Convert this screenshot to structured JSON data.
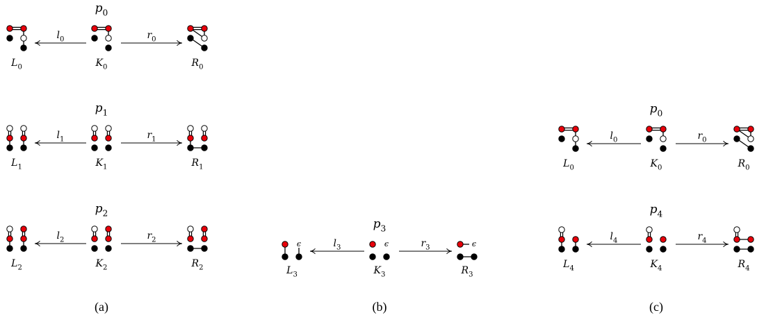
{
  "colors": {
    "red": "#e8000b",
    "black": "#000000",
    "white": "#ffffff"
  },
  "panels": [
    {
      "caption": "(a)",
      "rules": [
        {
          "name": {
            "base": "p",
            "sub": "0"
          },
          "l": {
            "base": "l",
            "sub": "0"
          },
          "r": {
            "base": "r",
            "sub": "0"
          },
          "graphs": [
            {
              "base": "L",
              "sub": "0",
              "graph": "g0L"
            },
            {
              "base": "K",
              "sub": "0",
              "graph": "g0K"
            },
            {
              "base": "R",
              "sub": "0",
              "graph": "g0R"
            }
          ]
        },
        {
          "name": {
            "base": "p",
            "sub": "1"
          },
          "l": {
            "base": "l",
            "sub": "1"
          },
          "r": {
            "base": "r",
            "sub": "1"
          },
          "graphs": [
            {
              "base": "L",
              "sub": "1",
              "graph": "g1L"
            },
            {
              "base": "K",
              "sub": "1",
              "graph": "g1K"
            },
            {
              "base": "R",
              "sub": "1",
              "graph": "g1R"
            }
          ]
        },
        {
          "name": {
            "base": "p",
            "sub": "2"
          },
          "l": {
            "base": "l",
            "sub": "2"
          },
          "r": {
            "base": "r",
            "sub": "2"
          },
          "graphs": [
            {
              "base": "L",
              "sub": "2",
              "graph": "g2L"
            },
            {
              "base": "K",
              "sub": "2",
              "graph": "g2K"
            },
            {
              "base": "R",
              "sub": "2",
              "graph": "g2R"
            }
          ]
        }
      ]
    },
    {
      "caption": "(b)",
      "rules": [
        {
          "name": {
            "base": "p",
            "sub": "3"
          },
          "l": {
            "base": "l",
            "sub": "3"
          },
          "r": {
            "base": "r",
            "sub": "3"
          },
          "graphs": [
            {
              "base": "L",
              "sub": "3",
              "graph": "g3L"
            },
            {
              "base": "K",
              "sub": "3",
              "graph": "g3K"
            },
            {
              "base": "R",
              "sub": "3",
              "graph": "g3R"
            }
          ]
        }
      ]
    },
    {
      "caption": "(c)",
      "rules": [
        {
          "name": {
            "base": "p",
            "sub": "0"
          },
          "l": {
            "base": "l",
            "sub": "0"
          },
          "r": {
            "base": "r",
            "sub": "0"
          },
          "graphs": [
            {
              "base": "L",
              "sub": "0",
              "graph": "g0L"
            },
            {
              "base": "K",
              "sub": "0",
              "graph": "g0K"
            },
            {
              "base": "R",
              "sub": "0",
              "graph": "g0R"
            }
          ]
        },
        {
          "name": {
            "base": "p",
            "sub": "4"
          },
          "l": {
            "base": "l",
            "sub": "4"
          },
          "r": {
            "base": "r",
            "sub": "4"
          },
          "graphs": [
            {
              "base": "L",
              "sub": "4",
              "graph": "g4L"
            },
            {
              "base": "K",
              "sub": "4",
              "graph": "g4K"
            },
            {
              "base": "R",
              "sub": "4",
              "graph": "g4R"
            }
          ]
        }
      ]
    }
  ],
  "edge_label": "ϵ"
}
